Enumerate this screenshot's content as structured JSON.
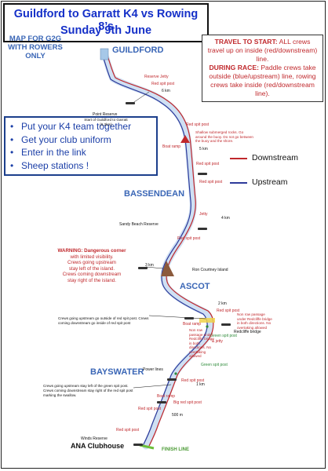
{
  "title": {
    "line1": "Guildford to Garratt K4 vs Rowing 8’s",
    "line2": "Sunday 9th June"
  },
  "map_for": "MAP FOR G2G WITH ROWERS ONLY",
  "info": {
    "travel_heading": "TRAVEL TO START:",
    "travel_text": " ALL crews travel up on inside (red/downstream) line.",
    "race_heading": "DURING RACE:",
    "race_text": " Paddle crews take outside (blue/upstream) line, rowing crews take inside (red/downstream line)."
  },
  "checklist": [
    "Put your K4 team together",
    "Get your club uniform",
    "Enter in the link",
    "Sheep stations !"
  ],
  "legend": {
    "downstream": "Downstream",
    "upstream": "Upstream",
    "downstream_color": "#c0282c",
    "upstream_color": "#2d3a9a"
  },
  "towns": {
    "guildford": "GUILDFORD",
    "bassendean": "BASSENDEAN",
    "ascot": "ASCOT",
    "bayswater": "BAYSWATER"
  },
  "labels": {
    "reserve_jetty": "Reserve Jetty",
    "red_spit_post": "Red spit post",
    "km6": "6 km",
    "start_reserve": "Point Reserve",
    "start_note": "Start of Guildford to Garratt (6.2km)",
    "rocks_note": "Shallow submerged rocks. Go around the buoy. Do not go between the buoy and the shore.",
    "boat_ramp": "Boat ramp",
    "km5": "5 km",
    "downstream_ramp": "Boat ramp",
    "jetty": "Jetty",
    "km4": "4 km",
    "sandy_beach": "Sandy Beach Reserve",
    "km3": "3 km",
    "rc_island": "Ron Courtney Island",
    "km2": "2 km",
    "redcliffe_bridge": "Redcliffe bridge",
    "green_spit_post": "Green spit post",
    "jetty2": "& jetty",
    "power_lines": "Power lines",
    "km1": "1 km",
    "big_red_spit": "Big red spit post",
    "m500": "500 m",
    "winds_reserve": "Winds Reserve"
  },
  "warning": {
    "line1": "WARNING: Dangerous corner",
    "line2": "with limited visibility.",
    "line3": "Crews going upstream",
    "line4": "stay left of the island.",
    "line5": "Crews coming downstream",
    "line6": "stay right of the island."
  },
  "crews_notes": {
    "ascot": "Crews going upstream go outside of red spit post. Crews coming downstream go inside of red spit post",
    "bayswater": "Crews going upstream stay left of the green spit post. Crews coming downstream stay right of the red spit post marking the swallow.",
    "bridge_note_left": "Non row passage under Redcliffe bridge in both directions. No overtaking allowed",
    "bridge_note_right": "Non row passage under Redcliffe bridge in both directions. No overtaking allowed"
  },
  "clubhouse": "ANA Clubhouse",
  "finish_line": "FINISH LINE"
}
